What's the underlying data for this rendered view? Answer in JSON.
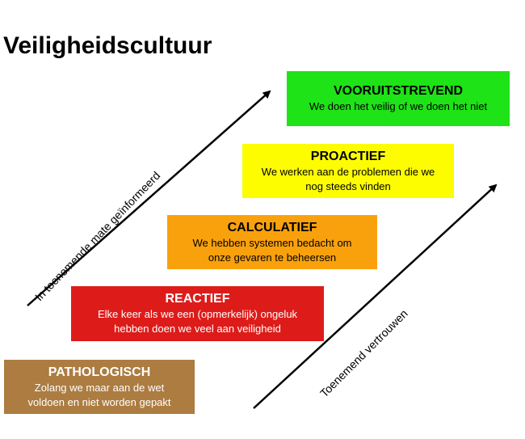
{
  "title": "Veiligheidscultuur",
  "levels": [
    {
      "name": "PATHOLOGISCH",
      "line1": "Zolang we maar aan de wet",
      "line2": "voldoen en niet worden gepakt",
      "color": "#ac7c41"
    },
    {
      "name": "REACTIEF",
      "line1": "Elke keer als we een (opmerkelijk) ongeluk",
      "line2": "hebben doen we veel aan veiligheid",
      "color": "#dd1c1a"
    },
    {
      "name": "CALCULATIEF",
      "line1": "We hebben systemen bedacht om",
      "line2": "onze gevaren te beheersen",
      "color": "#f9a10c"
    },
    {
      "name": "PROACTIEF",
      "line1": "We werken aan de problemen die we",
      "line2": "nog steeds vinden",
      "color": "#fdfd00"
    },
    {
      "name": "VOORUITSTREVEND",
      "line1": "We doen het veilig of we doen het niet",
      "line2": "",
      "color": "#1ee316"
    }
  ],
  "axes": {
    "left_label": "In toenemende mate geïnformeerd",
    "right_label": "Toenemend vertrouwen"
  }
}
